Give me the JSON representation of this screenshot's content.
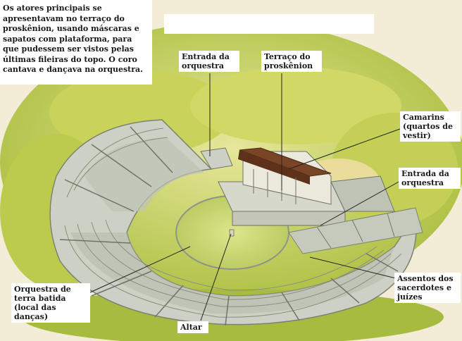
{
  "intro_text": "Os atores principais se apresentavam no terraço do proskênion, usando máscaras e sapatos com plataforma, para que pudessem ser vistos pelas últimas fileiras do topo. O coro cantava e dançava na orquestra.",
  "labels": {
    "entrada_orquestra_top": "Entrada da\norquestra",
    "terraco_proskenion": "Terraço do\nproskênion",
    "camarins": "Camarins\n(quartos de\nvestir)",
    "entrada_orquestra_right": "Entrada da\norquestra",
    "assentos": "Assentos dos\nsacerdotes e\njuízes",
    "orquestra_terra": "Orquestra de\nterra batida\n(local das\ndanças)",
    "altar": "Altar"
  },
  "colors": {
    "background": "#f3ecd6",
    "foliage": "#b8c94a",
    "foliage_light": "#dfe38a",
    "stone": "#c9ccc0",
    "stone_dark": "#8f9488",
    "orchestra": "#cfdc7a",
    "roof": "#6b3a22"
  }
}
